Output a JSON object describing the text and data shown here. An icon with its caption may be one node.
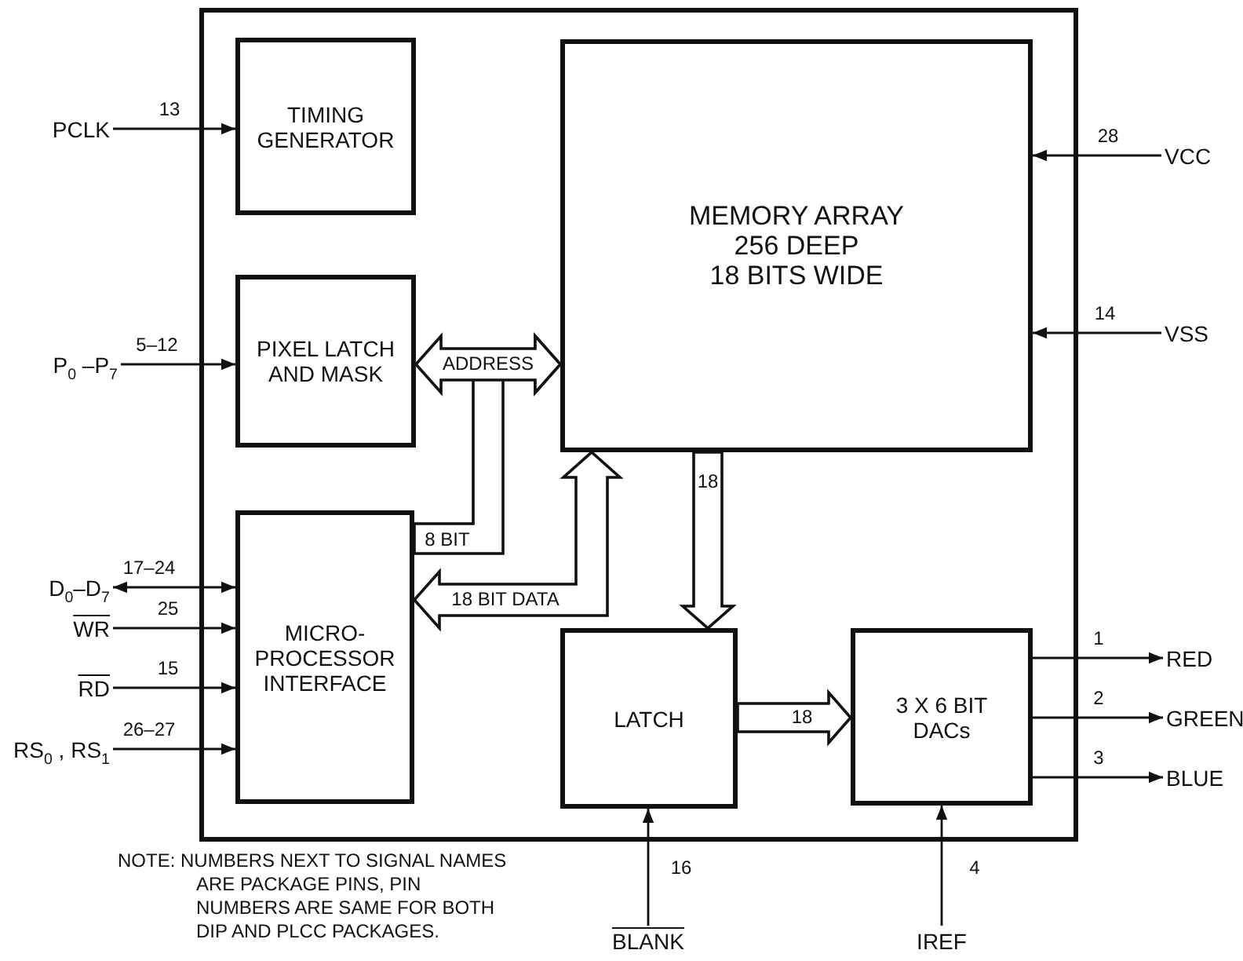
{
  "diagram": {
    "nodes": [
      {
        "text": [],
        "shape": "box"
      },
      {
        "text": [
          "TIMING GENERATOR"
        ],
        "in": 0
      },
      {
        "text": [
          "MEMORY ARRAY",
          "256 DEEP",
          "18 BITS WIDE"
        ],
        "in": 0
      },
      {
        "text": [
          "PIXEL LATCH AND MASK"
        ],
        "in": 0
      },
      {
        "text": [
          "MICRO- PROCESSOR INTERFACE"
        ],
        "in": 0
      },
      {
        "text": [
          "LATCH"
        ],
        "in": 0
      },
      {
        "text": [
          "3 X 6 BIT DACs"
        ],
        "in": 0
      },
      {
        "text": [
          "PCLK"
        ]
      },
      {
        "text": [
          "P$_{0}$ –P$_{7}$"
        ]
      },
      {
        "text": [
          "D$_{0}$–D$_{7}$"
        ]
      },
      {
        "text": [
          "WR"
        ]
      },
      {
        "text": [
          "RD"
        ]
      },
      {
        "text": [
          "RS$_{0}$ , RS$_{1}$"
        ]
      },
      {
        "text": [
          "VCC"
        ]
      },
      {
        "text": [
          "VSS"
        ]
      },
      {
        "text": [
          "RED"
        ]
      },
      {
        "text": [
          "GREEN"
        ]
      },
      {
        "text": [
          "BLUE"
        ]
      },
      {
        "text": [
          "BLANK"
        ]
      },
      {
        "text": [
          "IREF"
        ]
      }
    ],
    "edges": [
      {
        "from": 7,
        "to": 1,
        "arrow": "to",
        "label": "13"
      },
      {
        "from": 8,
        "to": 3,
        "arrow": "to",
        "label": "5–12"
      },
      {
        "from": 9,
        "to": 4,
        "arrow": "both",
        "label": "17–24"
      },
      {
        "from": 10,
        "to": 4,
        "arrow": "to",
        "label": "25"
      },
      {
        "from": 11,
        "to": 4,
        "arrow": "to",
        "label": "15"
      },
      {
        "from": 12,
        "to": 4,
        "arrow": "to",
        "label": "26–27"
      },
      {
        "from": 13,
        "to": 2,
        "arrow": "to",
        "label": "28"
      },
      {
        "from": 14,
        "to": 2,
        "arrow": "to",
        "label": "14"
      },
      {
        "from": 6,
        "to": 15,
        "arrow": "to",
        "label": "1"
      },
      {
        "from": 6,
        "to": 16,
        "arrow": "to",
        "label": "2"
      },
      {
        "from": 6,
        "to": 17,
        "arrow": "to",
        "label": "3"
      },
      {
        "from": 18,
        "to": 5,
        "arrow": "to",
        "label": "16"
      },
      {
        "from": 19,
        "to": 6,
        "arrow": "to",
        "label": "4"
      },
      {
        "from": 4,
        "to": 2,
        "arrow": "to",
        "label": "8 BIT",
        "style": "thick"
      },
      {
        "from": 3,
        "to": 2,
        "arrow": "both",
        "label": "ADDRESS",
        "style": "thick"
      },
      {
        "from": 2,
        "to": 4,
        "arrow": "both",
        "label": "18 BIT DATA",
        "style": "thick"
      },
      {
        "from": 2,
        "to": 5,
        "arrow": "to",
        "label": "18",
        "style": "thick"
      },
      {
        "from": 5,
        "to": 6,
        "arrow": "to",
        "label": "18",
        "style": "thick"
      }
    ],
    "labels": [
      "NOTE: NUMBERS NEXT TO SIGNAL NAMES ARE PACKAGE PINS, PIN NUMBERS ARE SAME FOR BOTH DIP AND PLCC PACKAGES."
    ]
  }
}
